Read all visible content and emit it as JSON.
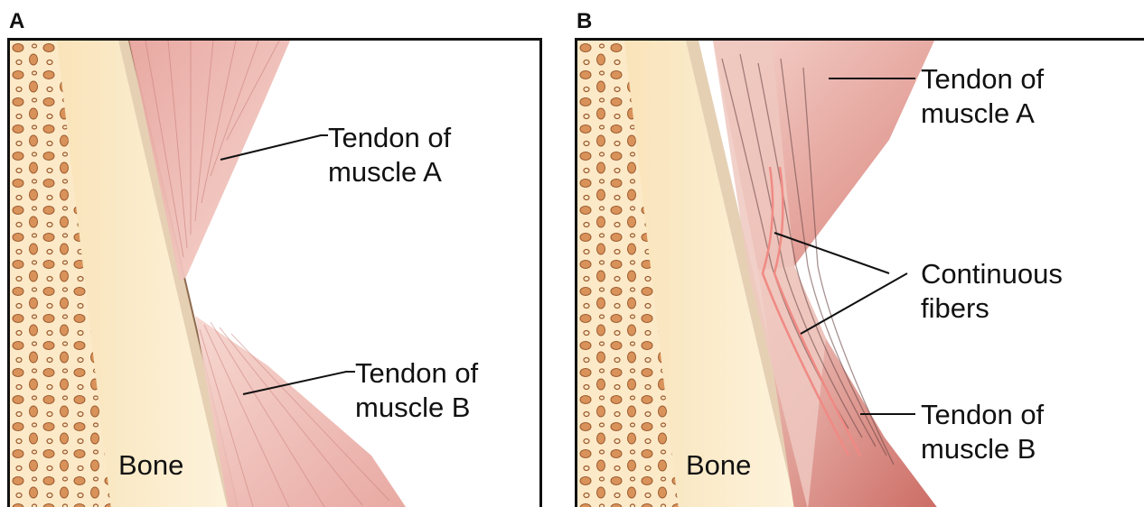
{
  "panel_a": {
    "letter": "A",
    "bone_label": "Bone",
    "tendon_a": {
      "line1": "Tendon of",
      "line2": "muscle A"
    },
    "tendon_b": {
      "line1": "Tendon of",
      "line2": "muscle B"
    }
  },
  "panel_b": {
    "letter": "B",
    "bone_label": "Bone",
    "tendon_a": {
      "line1": "Tendon of",
      "line2": "muscle A"
    },
    "fibers": {
      "line1": "Continuous",
      "line2": "fibers"
    },
    "tendon_b": {
      "line1": "Tendon of",
      "line2": "muscle B"
    }
  },
  "colors": {
    "bone_cream": "#fbe9c4",
    "bone_spots": "#d9925a",
    "tendon_pink": "#e9a9a3",
    "fiber_red": "#f08a84",
    "cortex": "#e3cdb1"
  }
}
